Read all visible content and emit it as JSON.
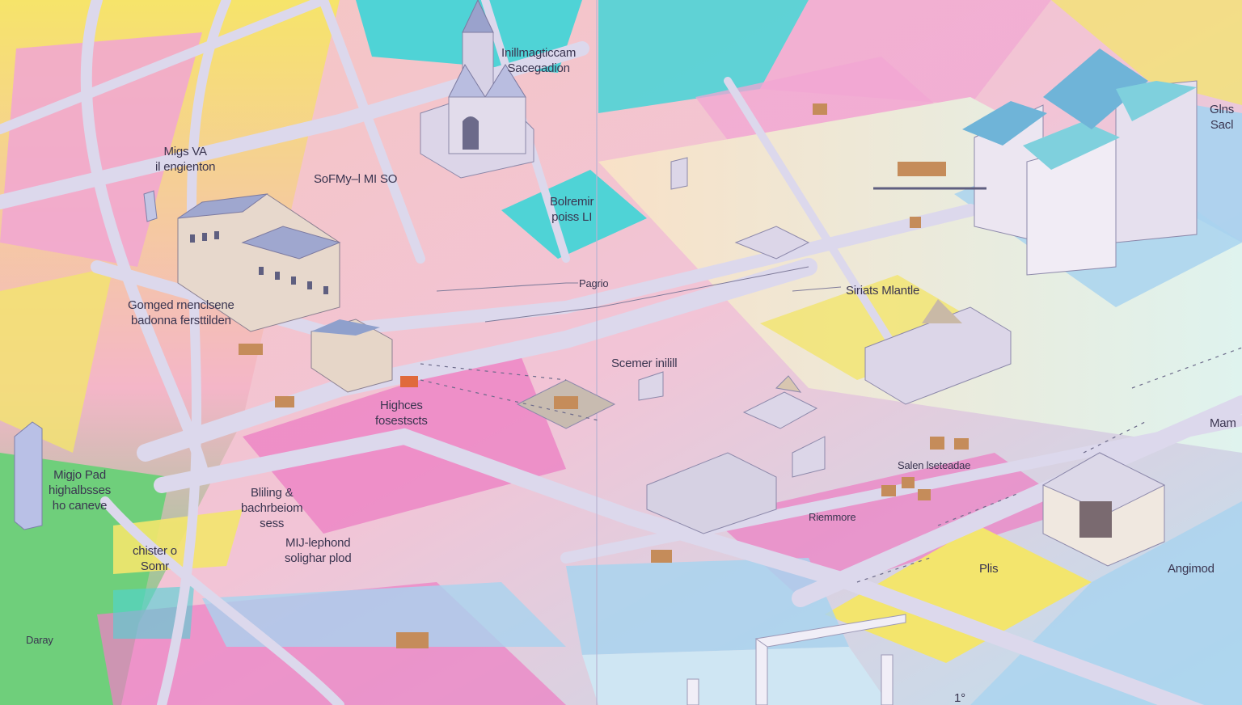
{
  "colors": {
    "pink": "#f1a6d3",
    "magenta": "#ec82c4",
    "yellow": "#f3e56d",
    "cyan": "#4fd3d6",
    "lightblue": "#a9d3ef",
    "peach": "#f4c7b6",
    "green": "#6fcf7b",
    "lavender": "#d9d2ee",
    "road": "#d8d4e8",
    "building": "#cfc8df",
    "roof": "#6fb4d8"
  },
  "labels": {
    "top_center": [
      "Inillmagticcam",
      "Sacegadion"
    ],
    "left_upper": [
      "Migs VA",
      "il engienton"
    ],
    "center_upper": "SoFMy–l MI SO",
    "center_mid": [
      "Bolremir",
      "poiss LI"
    ],
    "center_road": "Pagrio",
    "left_mid": [
      "Gomged rnenclsene",
      "badonna fersttilden"
    ],
    "right_mid": "Siriats Mlantle",
    "center_low": "Scemer inilill",
    "highway": [
      "Highces",
      "fosestscts"
    ],
    "far_right_top": [
      "Glns",
      "Sacl"
    ],
    "far_right_mid": "Mam",
    "left_low": [
      "Migjo Pad",
      "highalbsses",
      "ho caneve"
    ],
    "center_left_low": [
      "Bliling &",
      "bachrbeiom",
      "sess"
    ],
    "center_left_low2": [
      "MIJ-lephond",
      "solighar plod"
    ],
    "bottom_left": [
      "chister o",
      "Somr"
    ],
    "right_low": "Salen lseteadae",
    "center_right_low": "Riemmore",
    "right_yellow": "Plis",
    "right_bottom": "Angimod",
    "bottom_left_corner": "Daray",
    "bottom_center": "1°"
  }
}
